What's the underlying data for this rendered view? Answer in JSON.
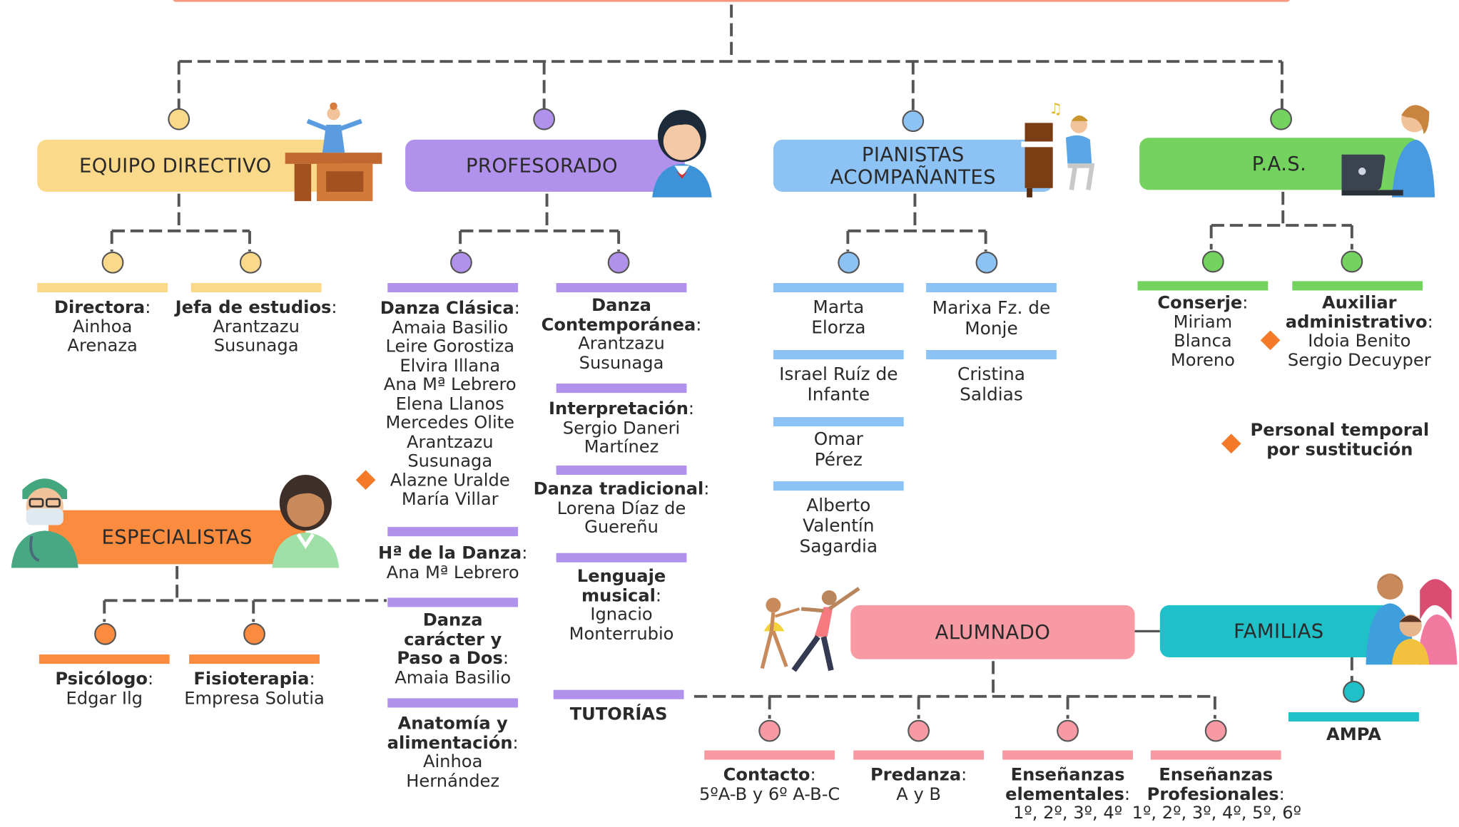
{
  "colors": {
    "directivo": "#fbd98a",
    "profesorado": "#b092ec",
    "pianistas": "#8dc2f5",
    "pas": "#74d35f",
    "especialistas": "#fb8c3f",
    "alumnado": "#f89aa3",
    "familias": "#1fc0c8",
    "line": "#555555",
    "diamond": "#f47a2a"
  },
  "boxes": {
    "directivo": "EQUIPO DIRECTIVO",
    "profesorado": "PROFESORADO",
    "pianistas_1": "PIANISTAS",
    "pianistas_2": "ACOMPAÑANTES",
    "pas": "P.A.S.",
    "especialistas": "ESPECIALISTAS",
    "alumnado": "ALUMNADO",
    "familias": "FAMILIAS"
  },
  "directivo": {
    "directora_label": "Directora",
    "directora_names": [
      "Ainhoa",
      "Arenaza"
    ],
    "jefa_label": "Jefa de estudios",
    "jefa_names": [
      "Arantzazu",
      "Susunaga"
    ]
  },
  "profesorado": {
    "clasica_label": "Danza Clásica",
    "clasica_names": [
      "Amaia Basilio",
      "Leire Gorostiza",
      "Elvira Illana",
      "Ana Mª Lebrero",
      "Elena Llanos",
      "Mercedes Olite",
      "Arantzazu",
      "Susunaga",
      "Alazne Uralde",
      "María Villar"
    ],
    "historia_label": "Hª de la Danza",
    "historia_names": [
      "Ana Mª Lebrero"
    ],
    "caracter_label": [
      "Danza",
      "carácter y",
      "Paso a Dos"
    ],
    "caracter_names": [
      "Amaia Basilio"
    ],
    "anatomia_label": [
      "Anatomía y",
      "alimentación"
    ],
    "anatomia_names": [
      "Ainhoa",
      "Hernández"
    ],
    "contemporanea_label": [
      "Danza",
      "Contemporánea"
    ],
    "contemporanea_names": [
      "Arantzazu",
      "Susunaga"
    ],
    "interpretacion_label": "Interpretación",
    "interpretacion_names": [
      "Sergio Daneri",
      "Martínez"
    ],
    "tradicional_label": "Danza tradicional",
    "tradicional_names": [
      "Lorena Díaz de",
      "Guereñu"
    ],
    "lenguaje_label": [
      "Lenguaje",
      "musical"
    ],
    "lenguaje_names": [
      "Ignacio",
      "Monterrubio"
    ],
    "tutorias": "TUTORÍAS"
  },
  "pianistas": {
    "col1": [
      [
        "Marta",
        "Elorza"
      ],
      [
        "Israel Ruíz de",
        "Infante"
      ],
      [
        "Omar",
        "Pérez"
      ],
      [
        "Alberto",
        "Valentín",
        "Sagardia"
      ]
    ],
    "col2": [
      [
        "Marixa Fz. de",
        "Monje"
      ],
      [
        "Cristina",
        "Saldias"
      ]
    ]
  },
  "pas": {
    "conserje_label": "Conserje",
    "conserje_names": [
      "Miriam",
      "Blanca",
      "Moreno"
    ],
    "auxiliar_label": [
      "Auxiliar",
      "administrativo"
    ],
    "auxiliar_names": [
      "Idoia Benito",
      "Sergio Decuyper"
    ]
  },
  "legend": [
    "Personal temporal",
    "por sustitución"
  ],
  "especialistas": {
    "psicologo_label": "Psicólogo",
    "psicologo_names": [
      "Edgar Ilg"
    ],
    "fisio_label": "Fisioterapia",
    "fisio_names": [
      "Empresa Solutia"
    ]
  },
  "alumnado": {
    "contacto_label": "Contacto",
    "contacto_names": [
      "5ºA-B y 6º A-B-C"
    ],
    "predanza_label": "Predanza",
    "predanza_names": [
      "A y B"
    ],
    "elementales_label": [
      "Enseñanzas",
      "elementales"
    ],
    "elementales_names": [
      "1º, 2º, 3º, 4º"
    ],
    "profesionales_label": [
      "Enseñanzas",
      "Profesionales"
    ],
    "profesionales_names": [
      "1º, 2º, 3º, 4º, 5º, 6º"
    ]
  },
  "familias": {
    "ampa": "AMPA"
  }
}
